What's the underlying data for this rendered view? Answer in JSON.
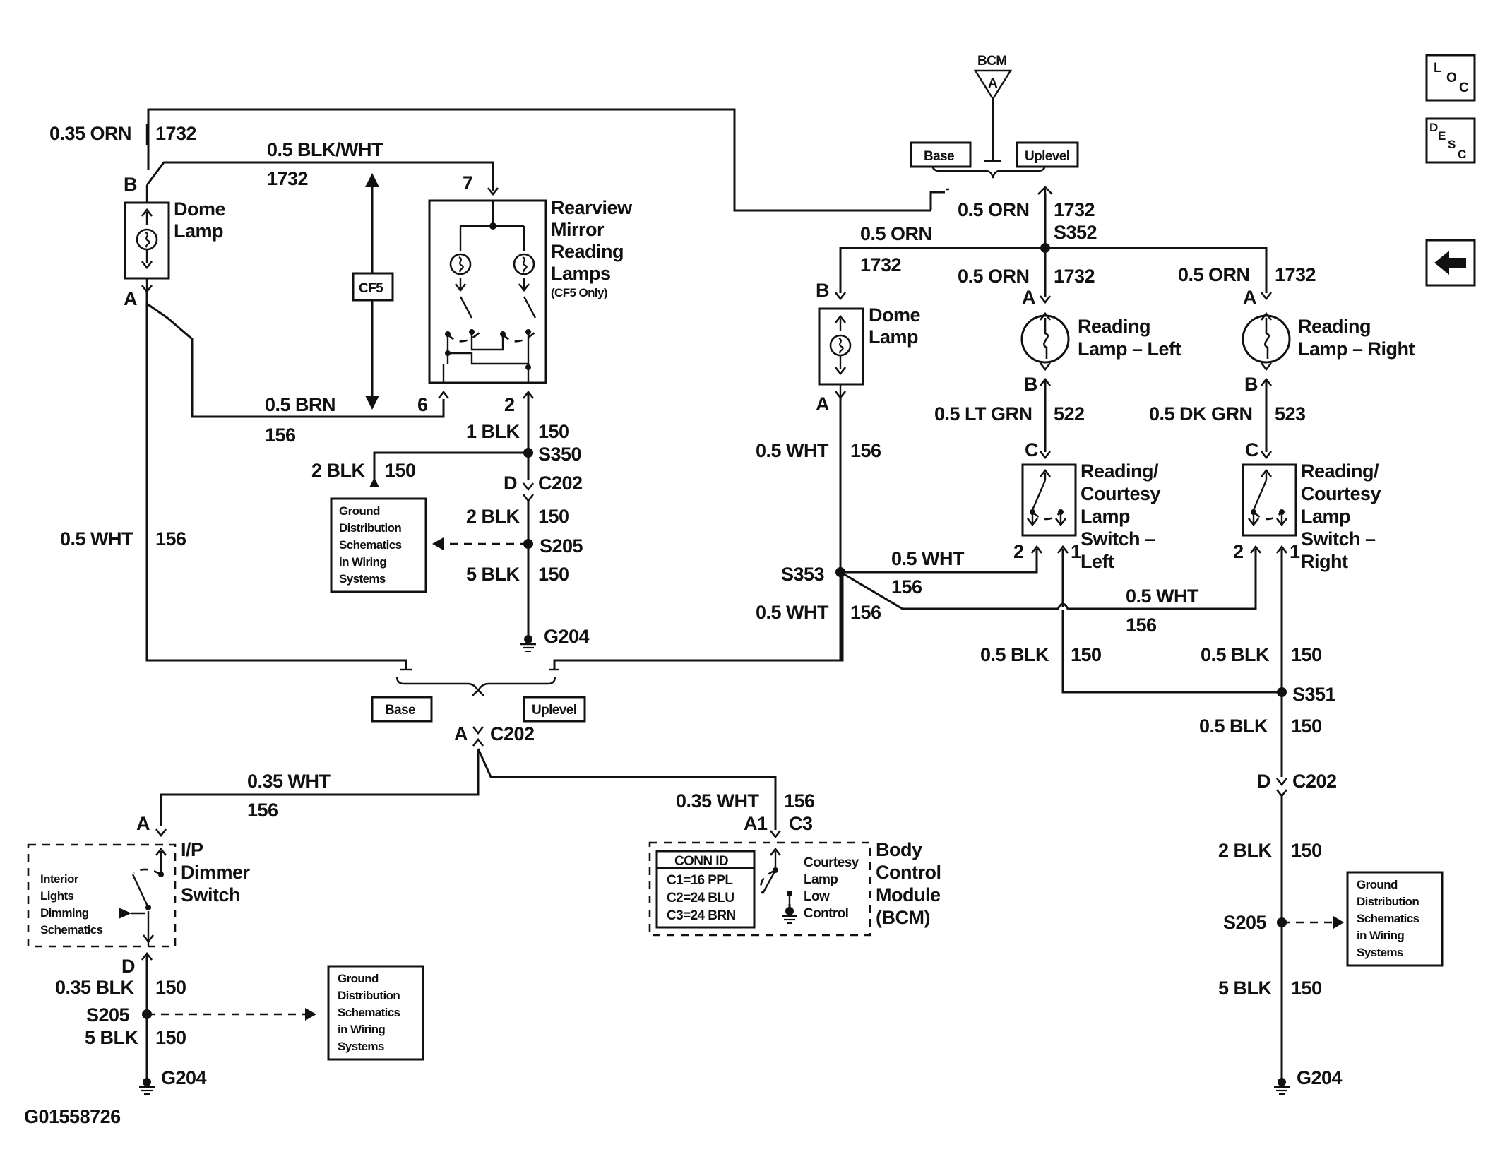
{
  "figure_id": "G01558726",
  "nav_icons": {
    "loc": "LOC",
    "desc": "DESC",
    "back": "back-arrow-icon"
  },
  "bcm_ref": {
    "name": "BCM",
    "pin": "A"
  },
  "options": {
    "base": "Base",
    "uplevel": "Uplevel",
    "cf5": "CF5"
  },
  "wires": {
    "orn_035": "0.35 ORN",
    "orn_05": "0.5 ORN",
    "c1732": "1732",
    "blkwht": "0.5 BLK/WHT",
    "brn": "0.5 BRN",
    "c156": "156",
    "wht_05": "0.5 WHT",
    "wht_035": "0.35 WHT",
    "blk_1": "1 BLK",
    "blk_2": "2 BLK",
    "blk_5": "5 BLK",
    "blk_05": "0.5 BLK",
    "blk_035": "0.35 BLK",
    "c150": "150",
    "ltgrn": "0.5 LT GRN",
    "c522": "522",
    "dkgrn": "0.5 DK GRN",
    "c523": "523"
  },
  "splices": {
    "s350": "S350",
    "s205": "S205",
    "s352": "S352",
    "s353": "S353",
    "s351": "S351"
  },
  "connectors": {
    "c202": "C202",
    "c3": "C3",
    "a1": "A1"
  },
  "grounds": {
    "g204": "G204"
  },
  "pins": {
    "a": "A",
    "b": "B",
    "c": "C",
    "d": "D",
    "p1": "1",
    "p2": "2",
    "p6": "6",
    "p7": "7"
  },
  "components": {
    "dome_lamp": [
      "Dome",
      "Lamp"
    ],
    "rearview": [
      "Rearview",
      "Mirror",
      "Reading",
      "Lamps",
      "(CF5 Only)"
    ],
    "reading_left": [
      "Reading",
      "Lamp – Left"
    ],
    "reading_right": [
      "Reading",
      "Lamp – Right"
    ],
    "switch_left": [
      "Reading/",
      "Courtesy",
      "Lamp",
      "Switch –",
      "Left"
    ],
    "switch_right": [
      "Reading/",
      "Courtesy",
      "Lamp",
      "Switch –",
      "Right"
    ],
    "ip_dimmer": [
      "I/P",
      "Dimmer",
      "Switch"
    ],
    "bcm": [
      "Body",
      "Control",
      "Module",
      "(BCM)"
    ]
  },
  "notes": {
    "ground_dist": [
      "Ground",
      "Distribution",
      "Schematics",
      "in Wiring",
      "Systems"
    ],
    "interior_dim": [
      "Interior",
      "Lights",
      "Dimming",
      "Schematics"
    ],
    "courtesy_ctrl": [
      "Courtesy",
      "Lamp",
      "Low",
      "Control"
    ],
    "conn_id": [
      "CONN ID",
      "C1=16 PPL",
      "C2=24 BLU",
      "C3=24 BRN"
    ]
  }
}
